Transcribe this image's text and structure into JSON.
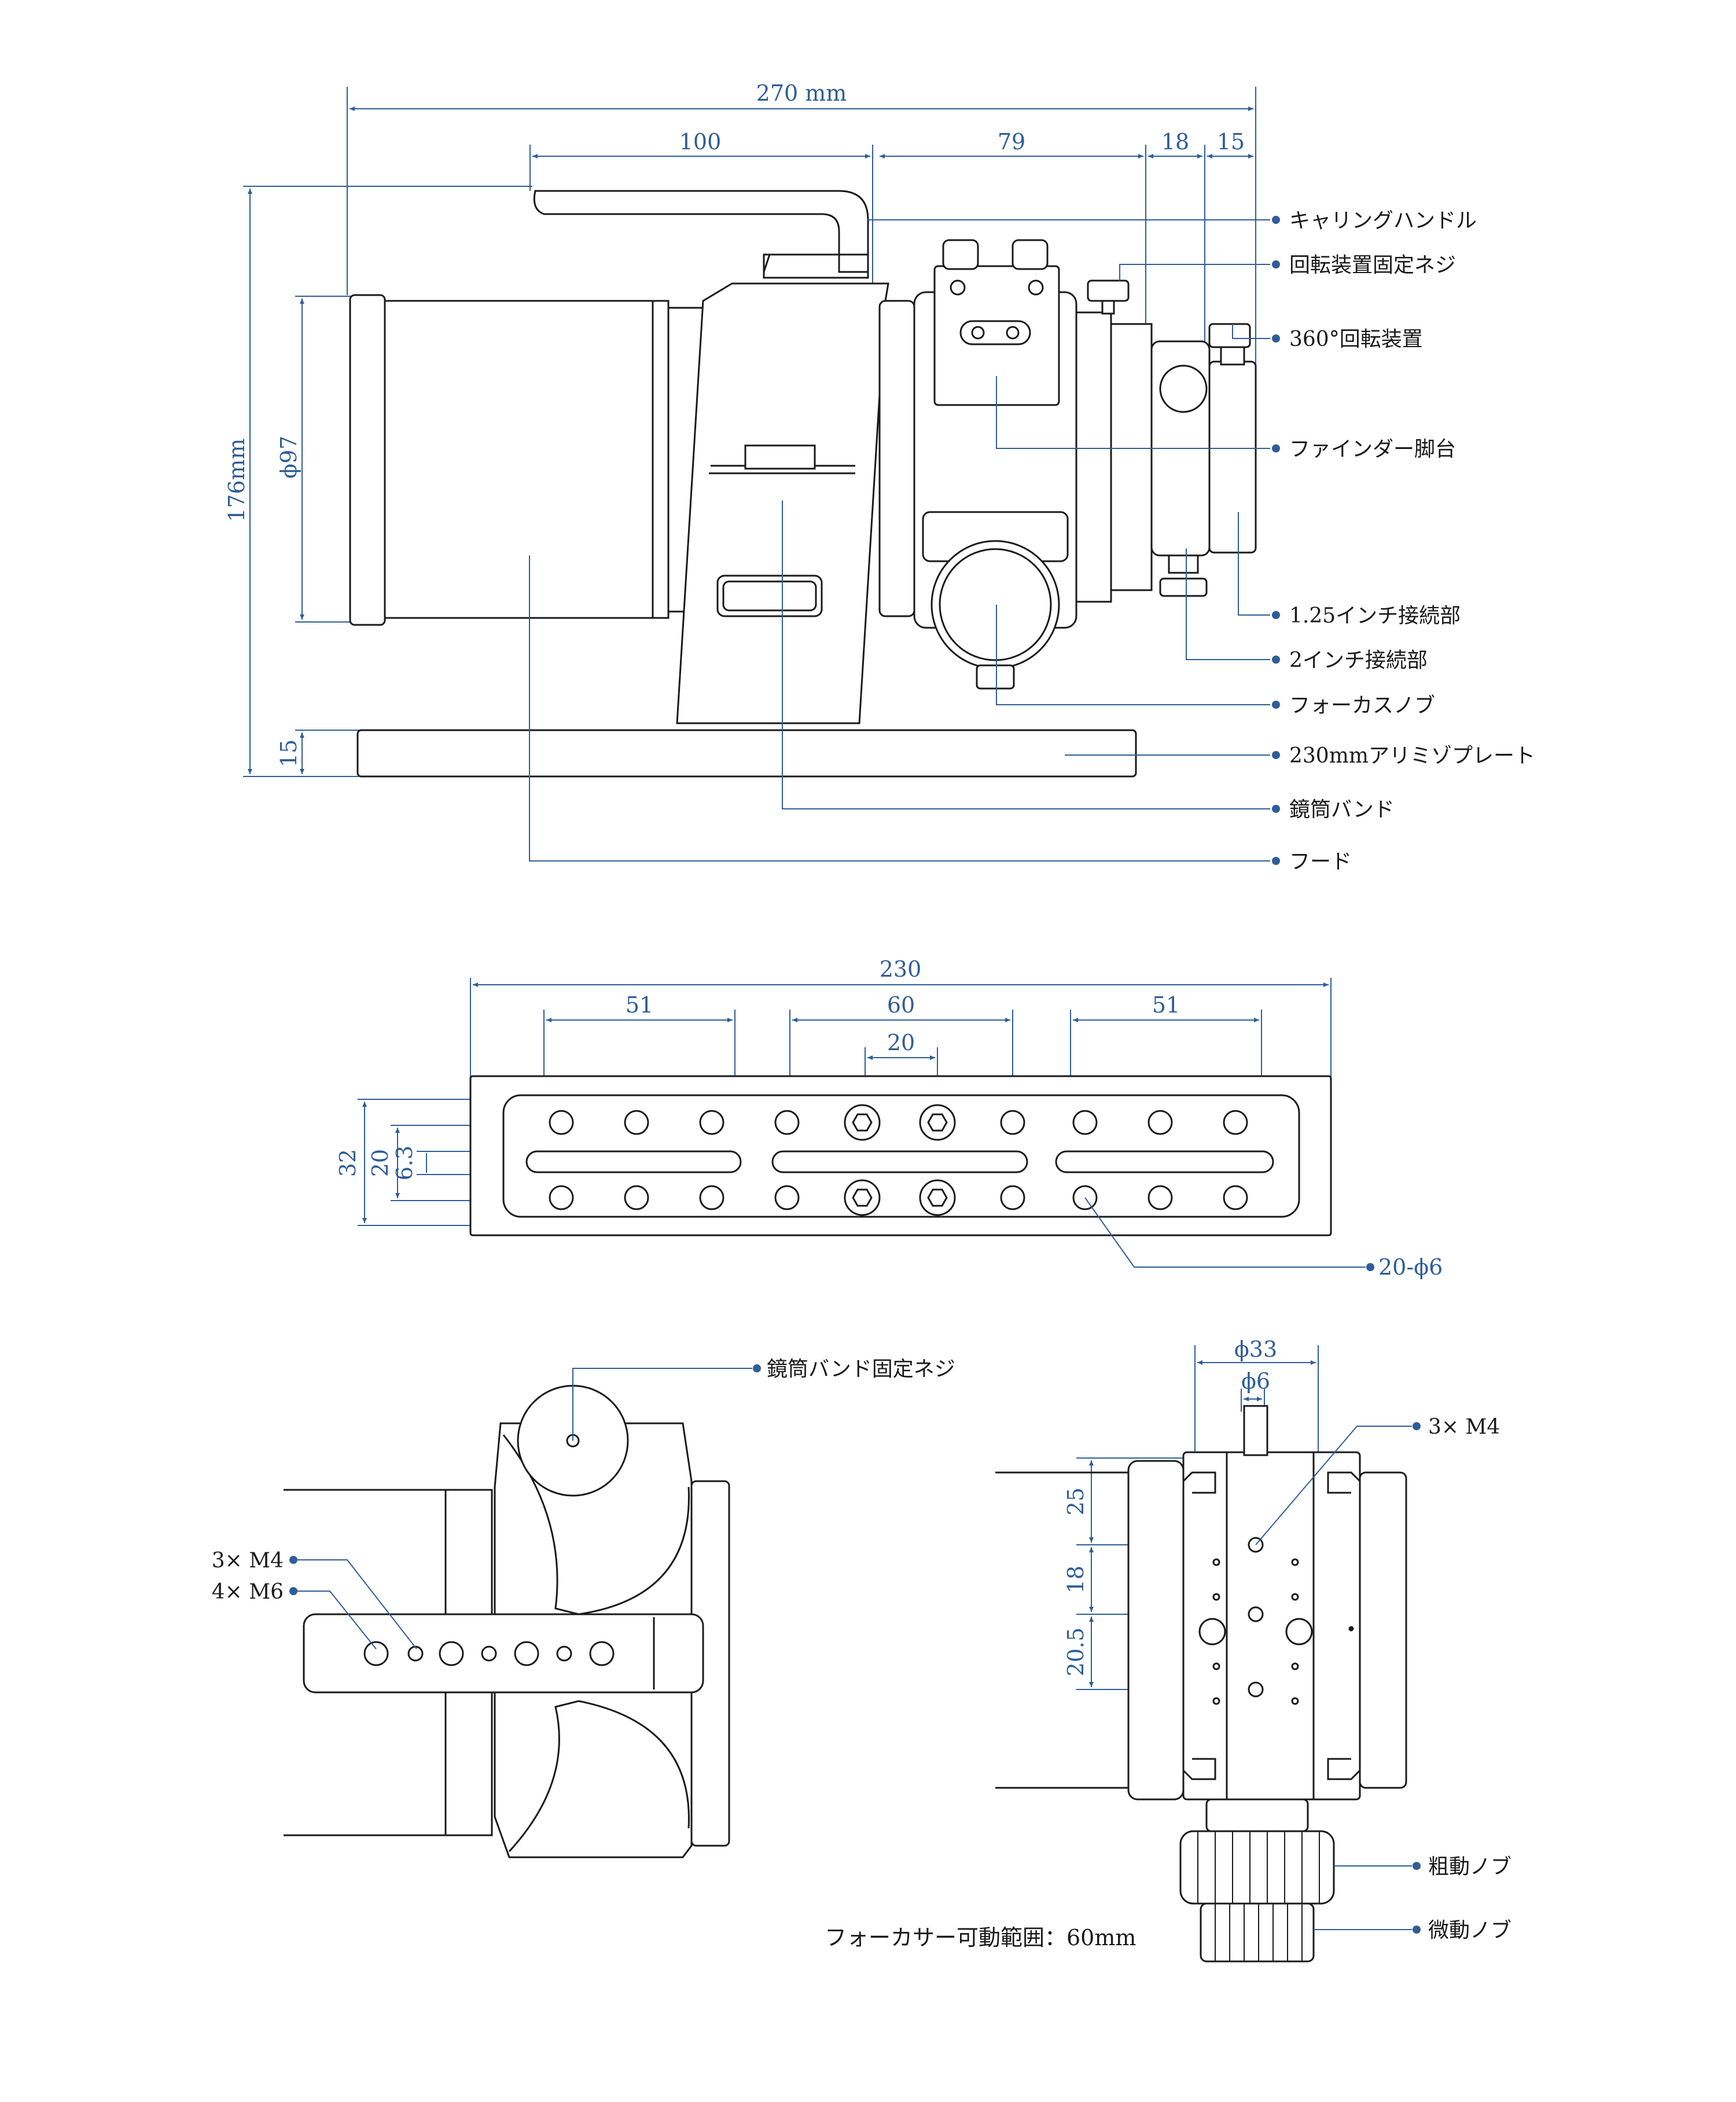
{
  "colors": {
    "dimension": "#2f5d98",
    "drawing": "#1a1a1a",
    "background": "#ffffff"
  },
  "side_view": {
    "dims": {
      "total_length": "270 mm",
      "tube_section": "100",
      "focuser_section": "79",
      "rotator_section": "18",
      "eyepiece_section": "15",
      "total_height": "176mm",
      "aperture": "ϕ97",
      "plate_height": "15"
    },
    "callouts": {
      "carrying_handle": "キャリングハンドル",
      "rotator_lock_screw": "回転装置固定ネジ",
      "rotator_360": "360°回転装置",
      "finder_base": "ファインダー脚台",
      "adapter_125": "1.25インチ接続部",
      "adapter_2": "2インチ接続部",
      "focus_knob": "フォーカスノブ",
      "plate": "230mmアリミゾプレート",
      "tube_band": "鏡筒バンド",
      "hood": "フード"
    }
  },
  "plate_view": {
    "dims": {
      "overall": "230",
      "left_group": "51",
      "center_group": "60",
      "center_pitch": "20",
      "right_group": "51",
      "width_32": "32",
      "width_20": "20",
      "width_63": "6.3"
    },
    "callouts": {
      "holes": "20-ϕ6"
    }
  },
  "band_view": {
    "callouts": {
      "band_screw": "鏡筒バンド固定ネジ",
      "m4": "3× M4",
      "m6": "4× M6"
    }
  },
  "focuser_view": {
    "dims": {
      "phi33": "ϕ33",
      "phi6": "ϕ6",
      "d25": "25",
      "d18": "18",
      "d205": "20.5"
    },
    "callouts": {
      "m4": "3× M4",
      "coarse_knob": "粗動ノブ",
      "fine_knob": "微動ノブ"
    },
    "travel_note": "フォーカサー可動範囲：60mm"
  }
}
